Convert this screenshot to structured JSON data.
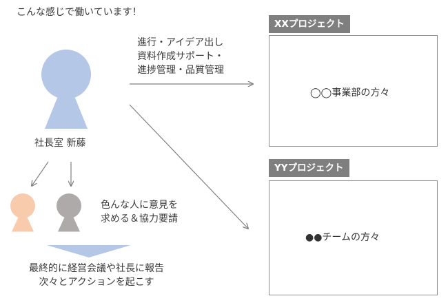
{
  "caption": "こんな感じで働いています！",
  "ceo": {
    "name": "社長室 新藤",
    "color": "#b4c7e7"
  },
  "support": [
    "進行・アイデア出し",
    "資料作成サポート・",
    "進捗管理・品質管理"
  ],
  "consult": [
    "色んな人に意見を",
    "求める＆協力要請"
  ],
  "result": [
    "最終的に経営会議や社長に報告",
    "次々とアクションを起こす"
  ],
  "helper_colors": [
    "#f8cbad",
    "#aeaaaa"
  ],
  "arrow_color": "#7f7f7f",
  "result_arrow_color": "#b4c7e7",
  "projects": [
    {
      "title": "XXプロジェクト",
      "members_label": "◯◯事業部の方々",
      "lead_color": "#b4c7e7",
      "member_color": "#c5e0b4"
    },
    {
      "title": "YYプロジェクト",
      "members_label": "●●チームの方々",
      "lead_color": "#b4c7e7",
      "member_color": "#ffe699"
    }
  ]
}
